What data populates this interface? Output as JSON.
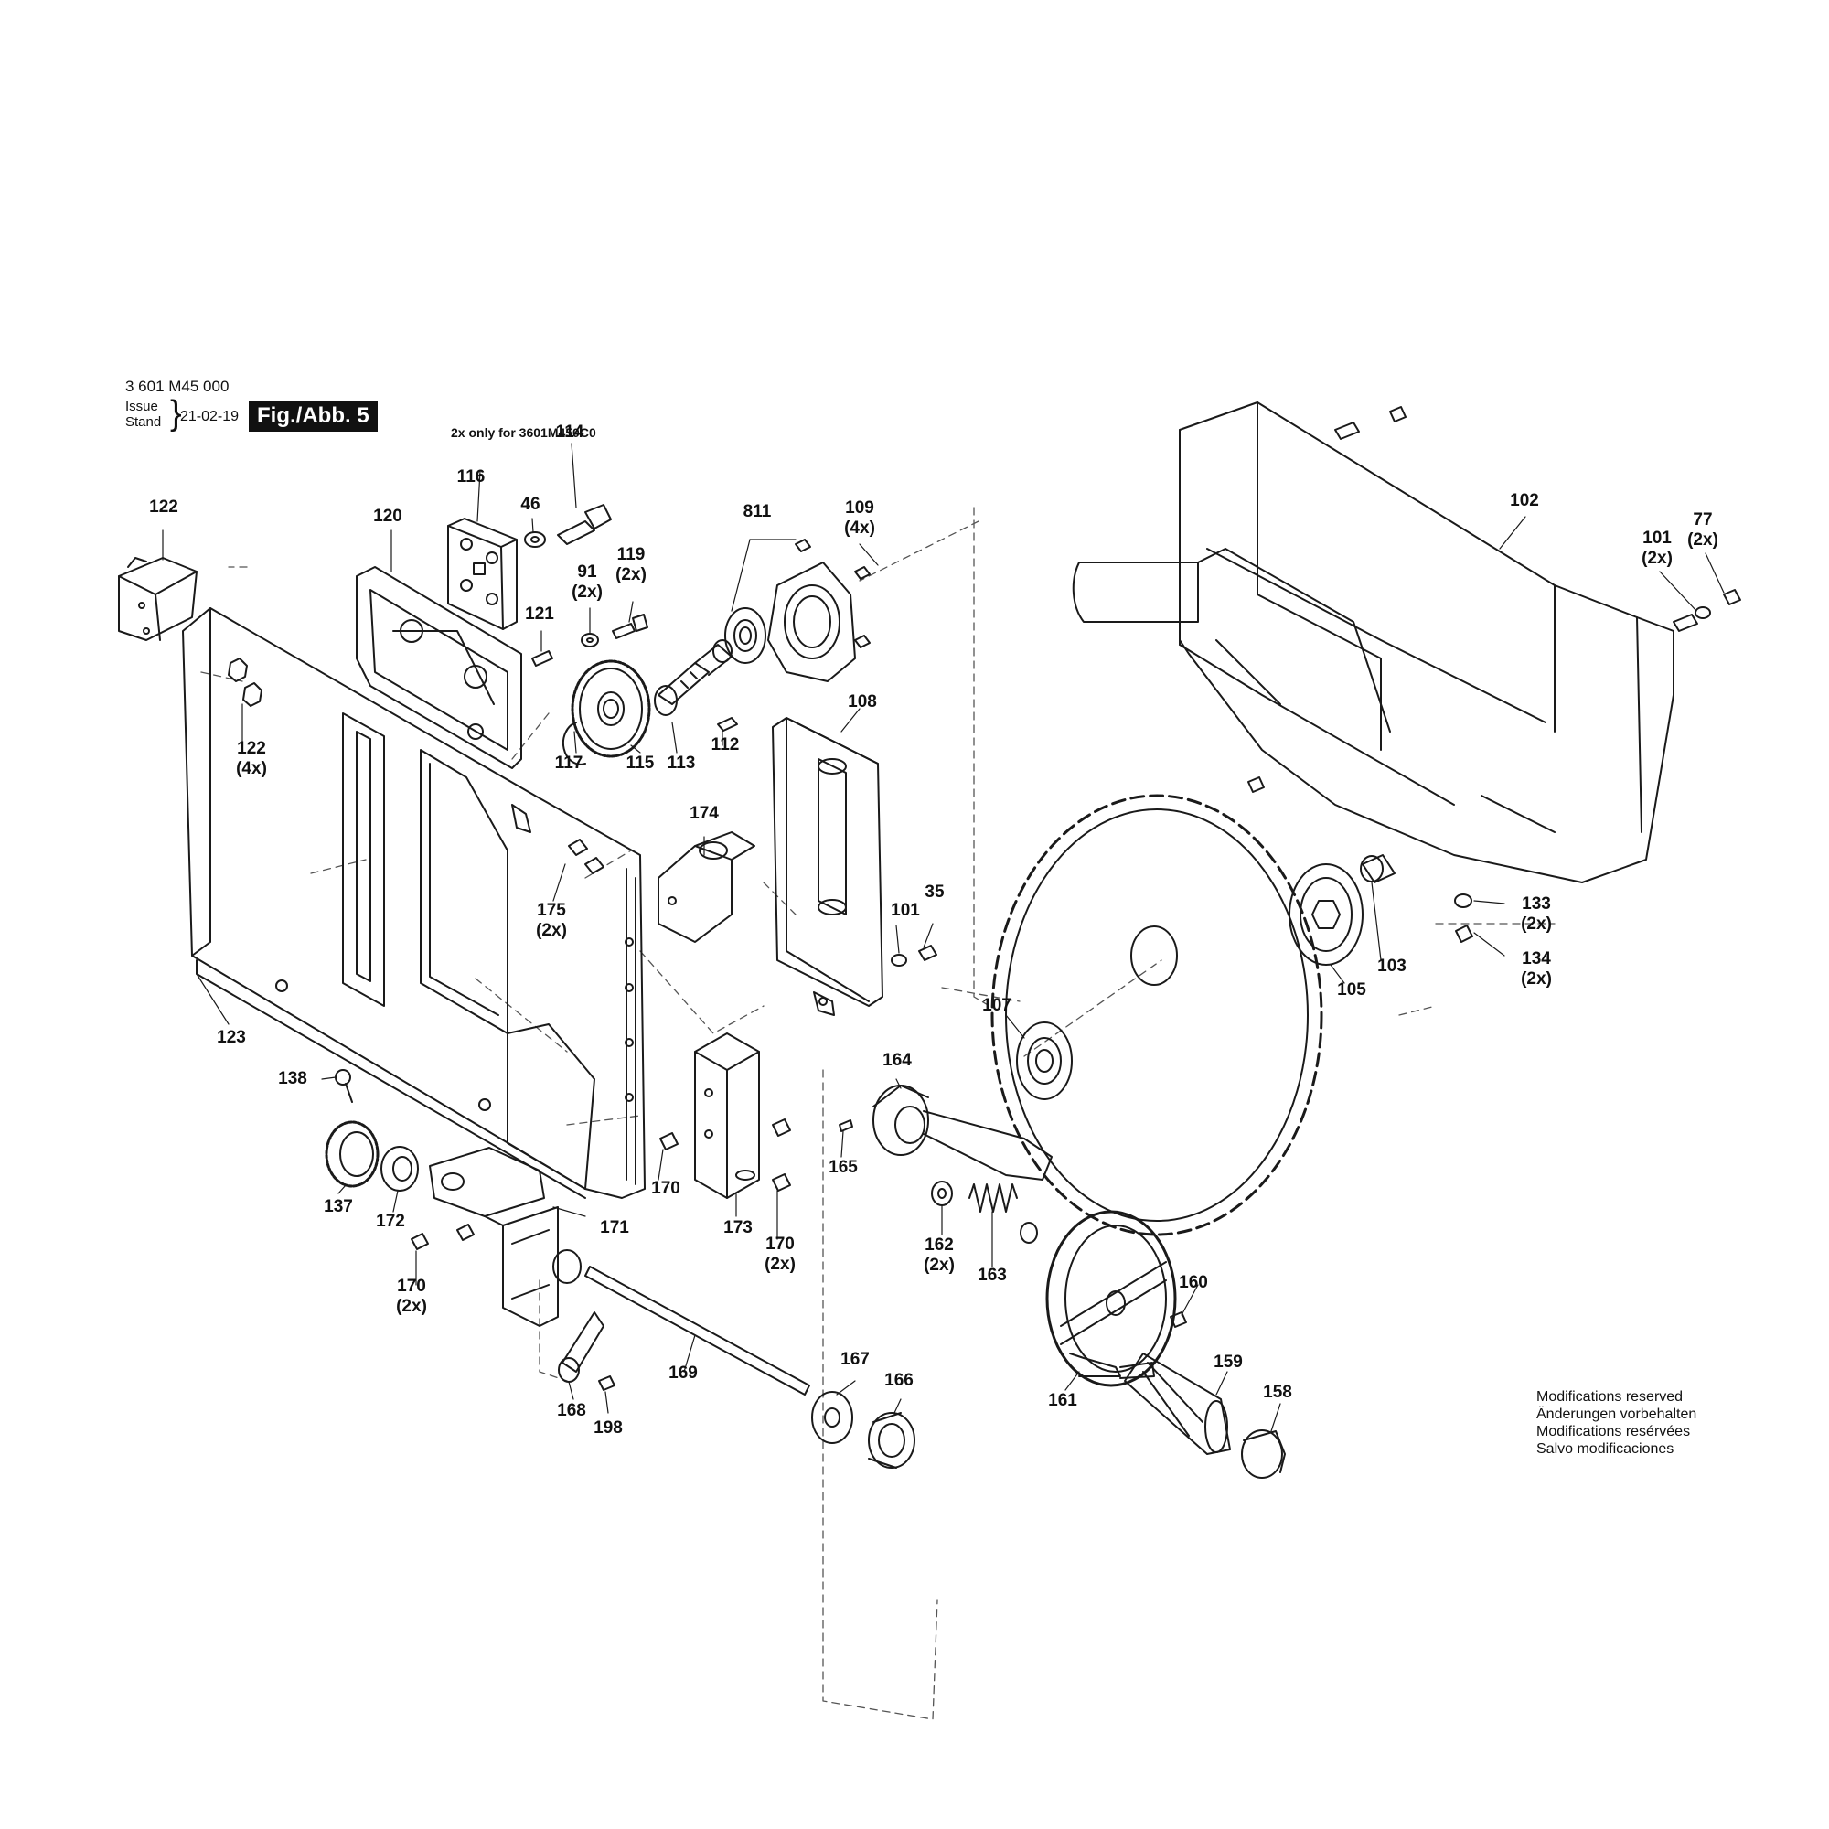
{
  "header": {
    "model_number": "3 601 M45 000",
    "issue_label": "Issue",
    "stand_label": "Stand",
    "date": "21-02-19",
    "figure": "Fig./Abb. 5"
  },
  "note_114": "2x only for 3601M450C0",
  "modifications": [
    "Modifications reserved",
    "Änderungen vorbehalten",
    "Modifications resérvées",
    "Salvo modificaciones"
  ],
  "callouts": [
    {
      "part": "114",
      "qty": ""
    },
    {
      "part": "116",
      "qty": ""
    },
    {
      "part": "46",
      "qty": ""
    },
    {
      "part": "122",
      "qty": ""
    },
    {
      "part": "120",
      "qty": ""
    },
    {
      "part": "119",
      "qty": "(2x)"
    },
    {
      "part": "91",
      "qty": "(2x)"
    },
    {
      "part": "811",
      "qty": ""
    },
    {
      "part": "109",
      "qty": "(4x)"
    },
    {
      "part": "102",
      "qty": ""
    },
    {
      "part": "101",
      "qty": "(2x)"
    },
    {
      "part": "77",
      "qty": "(2x)"
    },
    {
      "part": "121",
      "qty": ""
    },
    {
      "part": "122",
      "qty": "(4x)"
    },
    {
      "part": "117",
      "qty": ""
    },
    {
      "part": "115",
      "qty": ""
    },
    {
      "part": "113",
      "qty": ""
    },
    {
      "part": "112",
      "qty": ""
    },
    {
      "part": "108",
      "qty": ""
    },
    {
      "part": "174",
      "qty": ""
    },
    {
      "part": "175",
      "qty": "(2x)"
    },
    {
      "part": "101",
      "qty": ""
    },
    {
      "part": "35",
      "qty": ""
    },
    {
      "part": "133",
      "qty": "(2x)"
    },
    {
      "part": "134",
      "qty": "(2x)"
    },
    {
      "part": "103",
      "qty": ""
    },
    {
      "part": "105",
      "qty": ""
    },
    {
      "part": "123",
      "qty": ""
    },
    {
      "part": "107",
      "qty": ""
    },
    {
      "part": "138",
      "qty": ""
    },
    {
      "part": "164",
      "qty": ""
    },
    {
      "part": "165",
      "qty": ""
    },
    {
      "part": "137",
      "qty": ""
    },
    {
      "part": "170",
      "qty": ""
    },
    {
      "part": "172",
      "qty": ""
    },
    {
      "part": "173",
      "qty": ""
    },
    {
      "part": "171",
      "qty": ""
    },
    {
      "part": "170",
      "qty": "(2x)"
    },
    {
      "part": "162",
      "qty": "(2x)"
    },
    {
      "part": "163",
      "qty": ""
    },
    {
      "part": "170",
      "qty": "(2x)"
    },
    {
      "part": "160",
      "qty": ""
    },
    {
      "part": "167",
      "qty": ""
    },
    {
      "part": "169",
      "qty": ""
    },
    {
      "part": "166",
      "qty": ""
    },
    {
      "part": "159",
      "qty": ""
    },
    {
      "part": "158",
      "qty": ""
    },
    {
      "part": "161",
      "qty": ""
    },
    {
      "part": "168",
      "qty": ""
    },
    {
      "part": "198",
      "qty": ""
    }
  ]
}
